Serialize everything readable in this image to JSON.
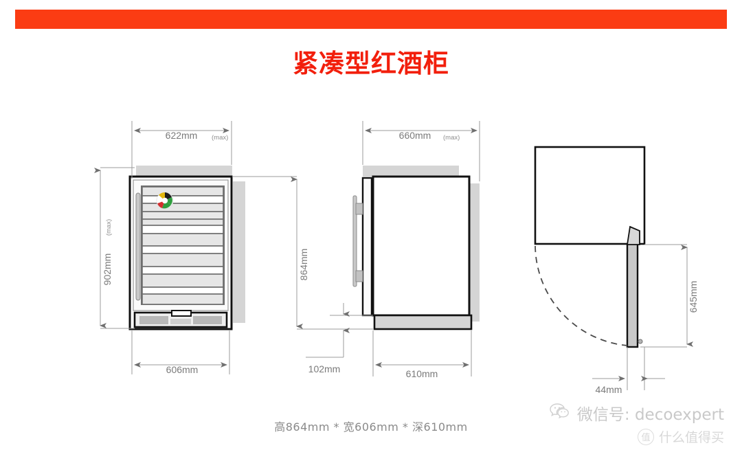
{
  "header": {
    "accent_color": "#fb3c13",
    "title": "紧凑型红酒柜",
    "title_color": "#f21f0c"
  },
  "views": {
    "front": {
      "name": "front-elevation"
    },
    "side": {
      "name": "side-elevation"
    },
    "top": {
      "name": "top-plan-door-swing"
    }
  },
  "dimensions": {
    "front_width_max": "622mm",
    "front_width_max_suffix": "(max)",
    "front_height_max": "902mm",
    "front_height_max_suffix": "(max)",
    "cabinet_width": "606mm",
    "cabinet_height": "864mm",
    "side_depth_max": "660mm",
    "side_depth_max_suffix": "(max)",
    "cabinet_depth": "610mm",
    "plinth_height": "102mm",
    "door_swing_depth": "645mm",
    "hinge_offset": "44mm"
  },
  "summary": "高864mm * 宽606mm * 深610mm",
  "watermark": {
    "wechat_icon": "wechat-icon",
    "wechat_text": "微信号: decoexpert",
    "zdm_badge": "值",
    "zdm_text": "什么值得买"
  },
  "logo_sticker": {
    "name": "energy-label-sticker",
    "colors": [
      "#1d1d1d",
      "#e3b70e",
      "#2f9e3f",
      "#d32f2f",
      "#ffffff"
    ]
  },
  "line_colors": {
    "outline": "#111111",
    "dimension": "#8d8d8d",
    "panel_fill": "#d5d5d5",
    "shelf_fill": "#e6e6e6",
    "door_fill": "#ffffff"
  }
}
